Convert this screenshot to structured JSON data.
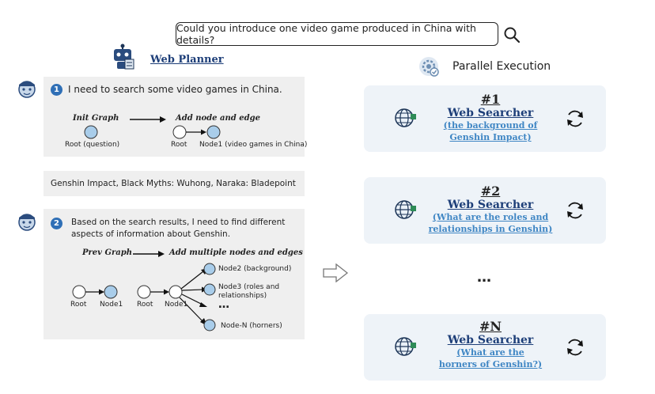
{
  "query": {
    "text": "Could you introduce one video game produced in China with details?"
  },
  "planner": {
    "title": "Web Planner",
    "step1": {
      "number": "1",
      "text": "I need to search some video games in China.",
      "init_label": "Init Graph",
      "add_label": "Add node and edge",
      "root_question": "Root (question)",
      "root": "Root",
      "node1": "Node1 (video games in China)"
    },
    "result": "Genshin Impact, Black Myths: Wuhong, Naraka: Bladepoint",
    "step2": {
      "number": "2",
      "text_line1": "Based on the search results, I need to find different",
      "text_line2": "aspects of information about Genshin.",
      "prev_label": "Prev Graph",
      "add_label": "Add multiple nodes and edges",
      "root_a": "Root",
      "node1_a": "Node1",
      "root_b": "Root",
      "node1_b": "Node1",
      "node2": "Node2 (background)",
      "node3_line1": "Node3 (roles and",
      "node3_line2": "relationships)",
      "ellipsis": "…",
      "nodeN": "Node-N (horners)"
    }
  },
  "execution": {
    "title": "Parallel Execution",
    "ellipsis": "…",
    "cards": [
      {
        "num": "#1",
        "title": "Web Searcher",
        "line1": "(the background of",
        "line2": "Genshin Impact)"
      },
      {
        "num": "#2",
        "title": "Web Searcher",
        "line1": "(What are the roles and",
        "line2": "relationships in Genshin)"
      },
      {
        "num": "#N",
        "title": "Web Searcher",
        "line1": "(What are the",
        "line2": "horners of Genshin?)"
      }
    ]
  },
  "colors": {
    "node_fill": "#a9cdea",
    "accent_blue": "#2f6fb6",
    "link_blue": "#3f86c4",
    "card_bg": "#eef3f8",
    "panel_bg": "#efefef"
  },
  "icons": [
    "search-icon",
    "robot-icon",
    "gear-icon",
    "avatar-icon",
    "globe-icon",
    "refresh-icon",
    "arrow-right-icon"
  ]
}
